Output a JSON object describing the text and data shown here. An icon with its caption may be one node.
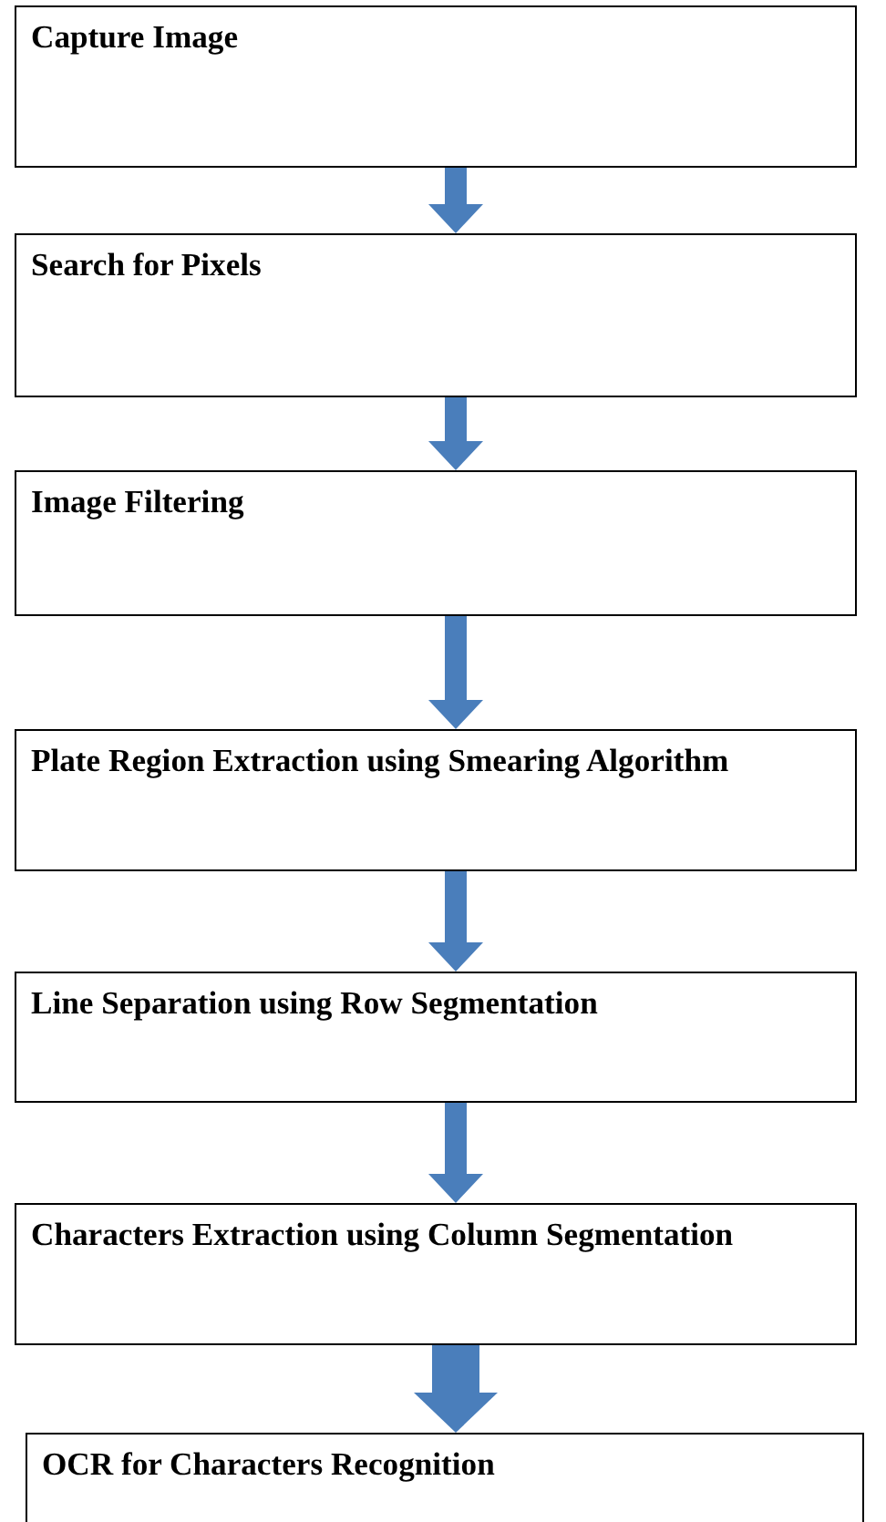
{
  "diagram": {
    "nodes": [
      {
        "text": [
          "Capture Image"
        ]
      },
      {
        "text": [
          "Search for Pixels"
        ]
      },
      {
        "text": [
          "Image Filtering"
        ]
      },
      {
        "text": [
          "Plate Region Extraction using Smearing Algorithm"
        ]
      },
      {
        "text": [
          "Line Separation using Row Segmentation"
        ]
      },
      {
        "text": [
          "Characters Extraction using Column Segmentation"
        ]
      },
      {
        "text": [
          "OCR for Characters Recognition"
        ]
      }
    ],
    "edges": [
      {
        "from": 0,
        "to": 1,
        "arrow": "to"
      },
      {
        "from": 1,
        "to": 2,
        "arrow": "to"
      },
      {
        "from": 2,
        "to": 3,
        "arrow": "to"
      },
      {
        "from": 3,
        "to": 4,
        "arrow": "to"
      },
      {
        "from": 4,
        "to": 5,
        "arrow": "to"
      },
      {
        "from": 5,
        "to": 6,
        "arrow": "to",
        "style": "thick"
      }
    ]
  }
}
